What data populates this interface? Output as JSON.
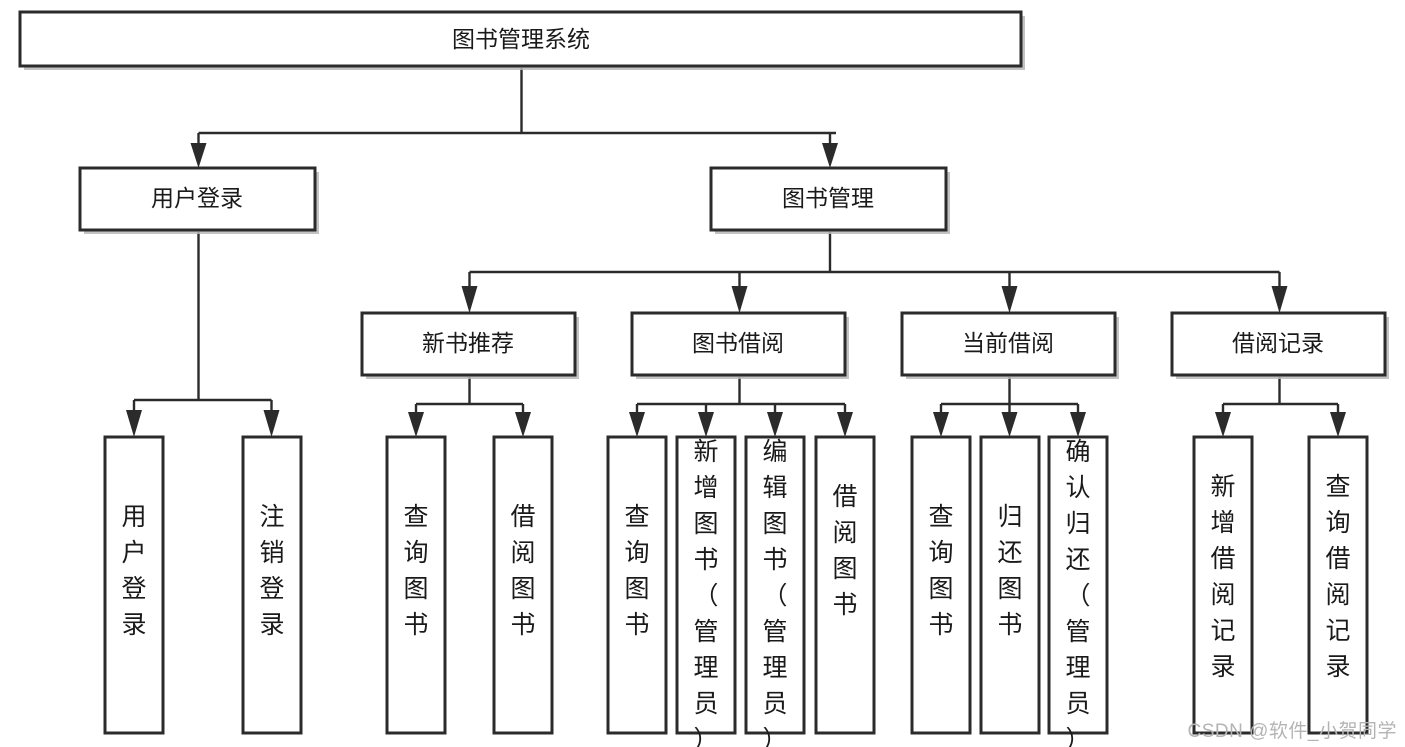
{
  "diagram": {
    "type": "tree-hierarchy",
    "orientation": "top-down",
    "title": "图书管理系统",
    "watermark": "CSDN @软件_小贺同学",
    "colors": {
      "node_fill": "#ffffff",
      "node_stroke": "#2b2b2b",
      "edge": "#2b2b2b",
      "text": "#1a1a1a",
      "watermark": "#b4b4b4"
    },
    "levels": [
      {
        "level": 1,
        "nodes": [
          {
            "id": "root",
            "label": "图书管理系统",
            "orientation": "horizontal"
          }
        ]
      },
      {
        "level": 2,
        "nodes": [
          {
            "id": "login",
            "label": "用户登录",
            "orientation": "horizontal",
            "parent": "root"
          },
          {
            "id": "bookmgmt",
            "label": "图书管理",
            "orientation": "horizontal",
            "parent": "root"
          }
        ]
      },
      {
        "level": 3,
        "nodes": [
          {
            "id": "newbook",
            "label": "新书推荐",
            "orientation": "horizontal",
            "parent": "bookmgmt"
          },
          {
            "id": "borrow",
            "label": "图书借阅",
            "orientation": "horizontal",
            "parent": "bookmgmt"
          },
          {
            "id": "current",
            "label": "当前借阅",
            "orientation": "horizontal",
            "parent": "bookmgmt"
          },
          {
            "id": "records",
            "label": "借阅记录",
            "orientation": "horizontal",
            "parent": "bookmgmt"
          }
        ]
      },
      {
        "level": 4,
        "nodes": [
          {
            "id": "leaf1",
            "label": "用户登录",
            "orientation": "vertical",
            "parent": "login"
          },
          {
            "id": "leaf2",
            "label": "注销登录",
            "orientation": "vertical",
            "parent": "login"
          },
          {
            "id": "leaf3",
            "label": "查询图书",
            "orientation": "vertical",
            "parent": "newbook"
          },
          {
            "id": "leaf4",
            "label": "借阅图书",
            "orientation": "vertical",
            "parent": "newbook"
          },
          {
            "id": "leaf5",
            "label": "查询图书",
            "orientation": "vertical",
            "parent": "borrow"
          },
          {
            "id": "leaf6",
            "label": "新增图书（管理员）",
            "orientation": "vertical",
            "parent": "borrow"
          },
          {
            "id": "leaf7",
            "label": "编辑图书（管理员）",
            "orientation": "vertical",
            "parent": "borrow"
          },
          {
            "id": "leaf8",
            "label": "借阅图书",
            "orientation": "vertical",
            "parent": "borrow"
          },
          {
            "id": "leaf9",
            "label": "查询图书",
            "orientation": "vertical",
            "parent": "current"
          },
          {
            "id": "leaf10",
            "label": "归还图书",
            "orientation": "vertical",
            "parent": "current"
          },
          {
            "id": "leaf11",
            "label": "确认归还（管理员）",
            "orientation": "vertical",
            "parent": "current"
          },
          {
            "id": "leaf12",
            "label": "新增借阅记录",
            "orientation": "vertical",
            "parent": "records"
          },
          {
            "id": "leaf13",
            "label": "查询借阅记录",
            "orientation": "vertical",
            "parent": "records"
          }
        ]
      }
    ]
  }
}
